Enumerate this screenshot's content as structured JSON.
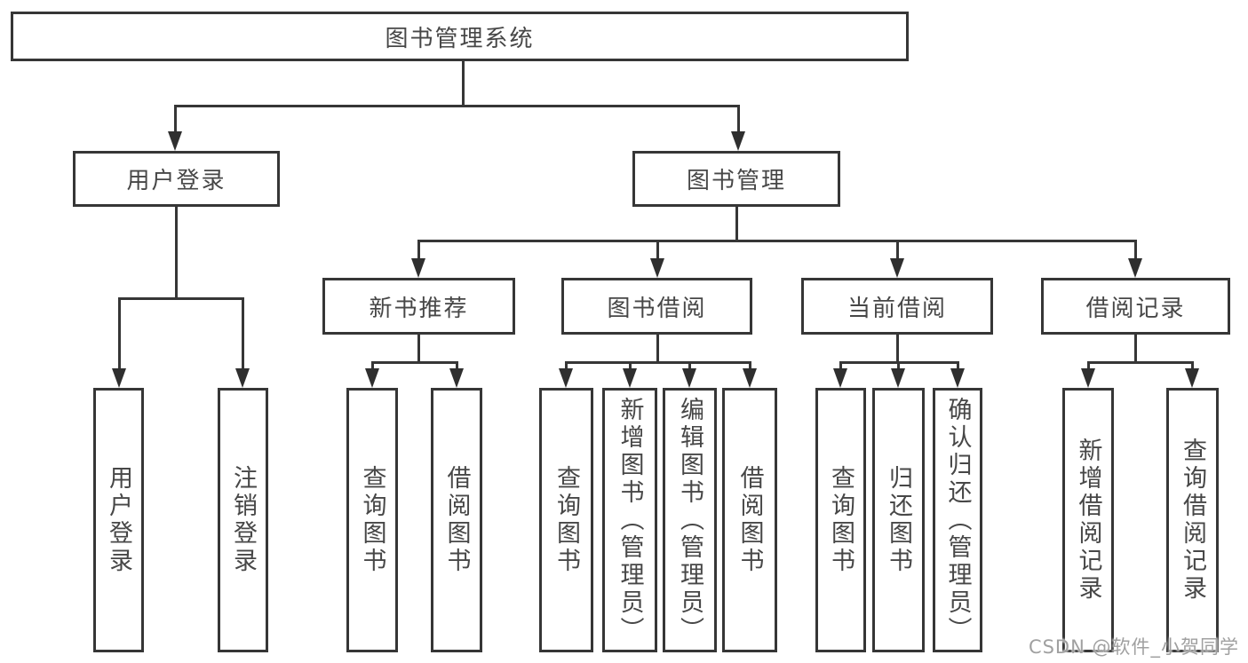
{
  "diagram": {
    "root": {
      "label": "图书管理系统"
    },
    "level2": [
      {
        "label": "用户登录"
      },
      {
        "label": "图书管理"
      }
    ],
    "level3": [
      {
        "label": "新书推荐"
      },
      {
        "label": "图书借阅"
      },
      {
        "label": "当前借阅"
      },
      {
        "label": "借阅记录"
      }
    ],
    "leaves": [
      {
        "label": "用户登录"
      },
      {
        "label": "注销登录"
      },
      {
        "label": "查询图书"
      },
      {
        "label": "借阅图书"
      },
      {
        "label": "查询图书"
      },
      {
        "label": "新增图书（管理员）"
      },
      {
        "label": "编辑图书（管理员）"
      },
      {
        "label": "借阅图书"
      },
      {
        "label": "查询图书"
      },
      {
        "label": "归还图书"
      },
      {
        "label": "确认归还（管理员）"
      },
      {
        "label": "新增借阅记录"
      },
      {
        "label": "查询借阅记录"
      }
    ],
    "colors": {
      "line": "#363636",
      "text": "#474747",
      "background": "#ffffff",
      "watermark": "#a0a0a0"
    }
  },
  "watermark": {
    "text": "CSDN @软件_小贺同学"
  }
}
